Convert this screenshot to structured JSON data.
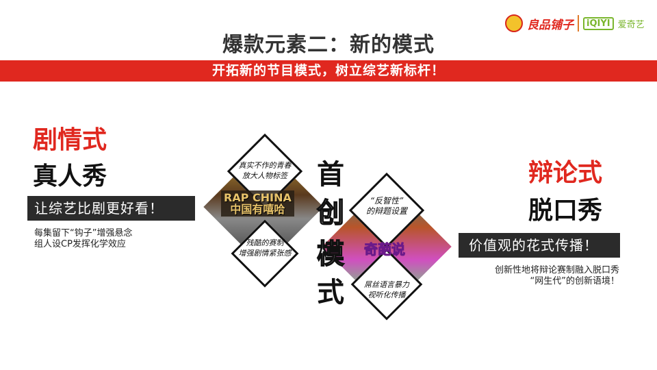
{
  "header": {
    "title": "爆款元素二：新的模式",
    "subtitle": "开拓新的节目模式，树立综艺新标杆！"
  },
  "logos": {
    "brand1": "良品铺子",
    "brand2_mark": "iQIYI",
    "brand2": "爱奇艺"
  },
  "left": {
    "title_red": "剧情式",
    "title_black": "真人秀",
    "banner": "让综艺比剧更好看！",
    "desc": [
      "每集留下“钩子”增强悬念",
      "组人设CP发挥化学效应"
    ]
  },
  "right": {
    "title_red": "辩论式",
    "title_black": "脱口秀",
    "banner": "价值观的花式传播！",
    "desc": [
      "创新性地将辩论赛制融入脱口秀",
      "“网生代”的创新语境！"
    ]
  },
  "center": {
    "vertical": [
      "首",
      "创",
      "模",
      "式"
    ],
    "rap": {
      "logo_top": "RAP CHINA",
      "logo_bottom": "中国有嘻哈",
      "top_box": [
        "真实不作的青春",
        "放大人物标签"
      ],
      "bottom_box": [
        "残酷的赛制",
        "增强剧情紧张感"
      ]
    },
    "qipa": {
      "logo": "奇葩说",
      "top_box": [
        "“反智性”",
        "的辩题设置"
      ],
      "bottom_box": [
        "屌丝语言暴力",
        "视听化传播"
      ]
    }
  },
  "colors": {
    "accent": "#e0281f",
    "banner": "#2b2b2b"
  }
}
